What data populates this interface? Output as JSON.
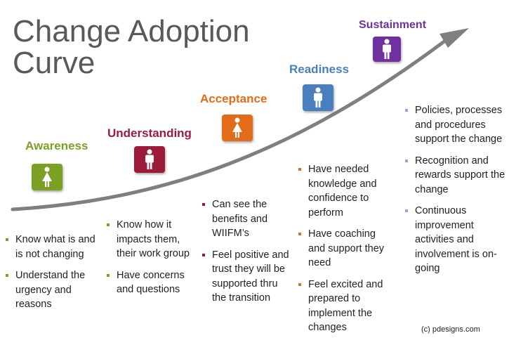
{
  "title": {
    "line1": "Change Adoption",
    "line2": "Curve"
  },
  "credit": "(c) pdesigns.com",
  "colors": {
    "awareness": "#7ba124",
    "understanding": "#9d1b3a",
    "acceptance": "#e36c1b",
    "readiness": "#4a7fbf",
    "sustainment": "#7030a0",
    "curve": "#7f7f7f"
  },
  "stages": [
    {
      "name": "Awareness",
      "icon": "person-female-icon",
      "bullets": [
        "Know what is and is not changing",
        "Understand the urgency and reasons"
      ]
    },
    {
      "name": "Understanding",
      "icon": "person-male-icon",
      "bullets": [
        "Know how it impacts them,  their work group",
        "Have concerns and questions"
      ]
    },
    {
      "name": "Acceptance",
      "icon": "person-female-icon",
      "bullets": [
        "Can see the benefits and WIIFM’s",
        "Feel positive and trust they will be supported thru the transition"
      ]
    },
    {
      "name": "Readiness",
      "icon": "person-male-icon",
      "bullets": [
        "Have needed knowledge and confidence to perform",
        "Have coaching and support they need",
        "Feel excited and prepared to implement the changes"
      ]
    },
    {
      "name": "Sustainment",
      "icon": "person-male-icon",
      "bullets": [
        "Policies, processes and procedures support the change",
        "Recognition and rewards support the change",
        "Continuous improvement activities and involvement is on-going"
      ]
    }
  ]
}
